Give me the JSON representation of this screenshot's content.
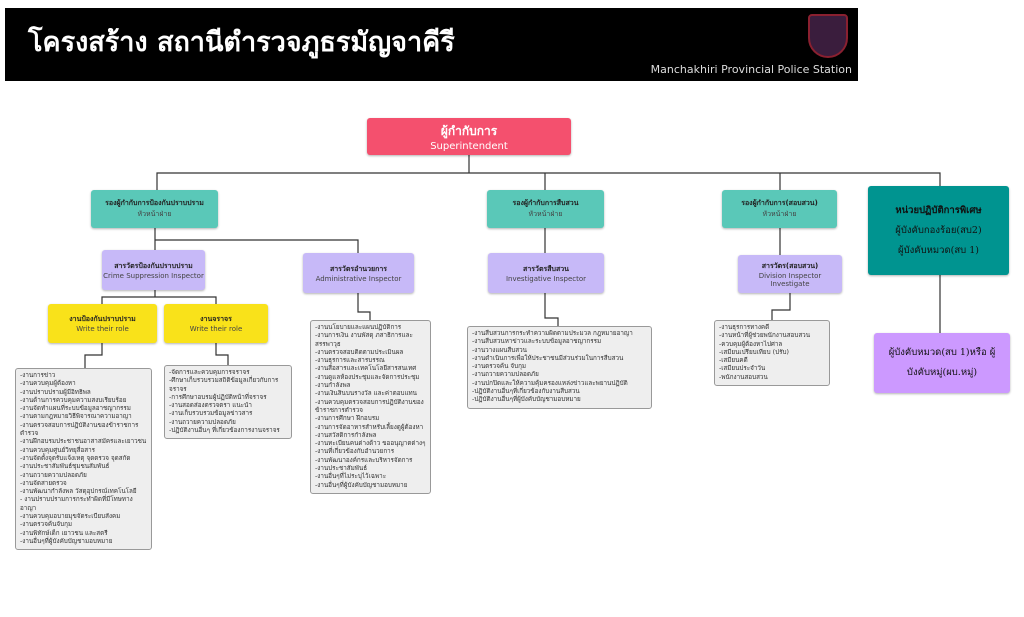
{
  "header": {
    "title": "โครงสร้าง สถานีตำรวจภูธรมัญจาคีรี",
    "subtitle": "Manchakhiri Provincial Police Station"
  },
  "superintendent": {
    "title": "ผู้กำกับการ",
    "subtitle": "Superintendent"
  },
  "deputies": [
    {
      "title": "รองผู้กำกับการป้องกันปราบปราม",
      "subtitle": "หัวหน้าฝ่าย"
    },
    {
      "title": "รองผู้กำกับการสืบสวน",
      "subtitle": "หัวหน้าฝ่าย"
    },
    {
      "title": "รองผู้กำกับการ(สอบสวน)",
      "subtitle": "หัวหน้าฝ่าย"
    }
  ],
  "inspectors": [
    {
      "title": "สารวัตรป้องกันปราบปราม",
      "subtitle": "Crime Suppression Inspector"
    },
    {
      "title": "สารวัตรอำนวยการ",
      "subtitle": "Administrative Inspector"
    },
    {
      "title": "สารวัตรสืบสวน",
      "subtitle": "Investigative Inspector"
    },
    {
      "title": "สารวัตร(สอบสวน)",
      "subtitle": "Division Inspector Investigate"
    }
  ],
  "units": [
    {
      "title": "งานป้องกันปราบปราม",
      "subtitle": "Write their role"
    },
    {
      "title": "งานจราจร",
      "subtitle": "Write their role"
    }
  ],
  "special": {
    "lines": [
      "หน่วยปฏิบัติการพิเศษ",
      "ผู้บังคับกองร้อย(สบ2)",
      "ผู้บังคับหมวด(สบ 1)"
    ]
  },
  "special_sub": {
    "text": "ผู้บังคับหมวด(สบ 1)หรือ ผู้บังคับหมู่(ผบ.หมู่)"
  },
  "lists": {
    "crime": [
      "-งานการข่าว",
      "-งานควบคุมผู้ต้องหา",
      "-งานปราบปรามผู้มีอิทธิพล",
      "-งานด้านการควบคุมความสงบเรียบร้อย",
      "-งานจัดทำแผนที่ระบบข้อมูลอาชญากรรม",
      "-งานตามกฎหมายวิธีพิจารณาความอาญา",
      "-งานตรวจสอบการปฏิบัติงานของข้าราชการตำรวจ",
      "-งานฝึกอบรมประชาชนอาสาสมัครและเยาวชน",
      "-งานควบคุมศูนย์วิทยุสื่อสาร",
      "-งานจัดตั้งจุดรับแจ้งเหตุ จุดตรวจ จุดสกัด",
      "-งานประชาสัมพันธ์ชุมชนสัมพันธ์",
      "-งานถวายความปลอดภัย",
      "-งานจัดสายตรวจ",
      "-งานพัฒนากำลังพล วัสดุอุปกรณ์เทคโนโลยี",
      "- งานปราบปรามการกระทำผิดที่มีโทษทางอาญา",
      "-งานควบคุมอบายมุขจัดระเบียบสังคม",
      "-งานตรวจค้นจับกุม",
      "-งานพิทักษ์เด็ก เยาวชน และสตรี",
      "-งานอื่นๆที่ผู้บังคับบัญชามอบหมาย"
    ],
    "traffic": [
      "-จัดการและควบคุมการจราจร",
      "-ศึกษาเก็บรวบรวมสถิติข้อมูลเกี่ยวกับการจราจร",
      "-การศึกษาอบรมผู้ปฏิบัติหน้าที่จราจร",
      "-งานสอดส่องตรวจตรา แนะนำ",
      "-งานเก็บรวบรวมข้อมูลข่าวสาร",
      "-งานถวายความปลอดภัย",
      "-ปฏิบัติงานอื่นๆ ที่เกี่ยวข้องการงานจราจร"
    ],
    "admin": [
      "-งานนโยบายและแผนปฏิบัติการ",
      "-งานการเงิน งานพัสดุ ภสาธิการและสรรพาวุธ",
      "-งานตรวจสอบติดตามประเมินผล",
      "-งานธุรการและสารบรรณ",
      "-งานสื่อสารและเทคโนโลยีสารสนเทศ",
      "-งานดูแลห้องประชุมและจัดการประชุม",
      "-งานกำลังพล",
      "-งานเงินสินบนรางวัล และค่าตอบแทน",
      "-งานควบคุมตรวจสอบการปฏิบัติงานของข้าราชการตำรวจ",
      "-งานการศึกษา ฝึกอบรม",
      "-งานการจัดอาหารสำหรับเลี้ยงดูผู้ต้องหา",
      "-งานสวัสดิการกำลังพล",
      "-งานทะเบียนคนต่างด้าว ขออนุญาตต่างๆ",
      "-งานที่เกี่ยวข้องกับอำนวยการ",
      "-งานพัฒนาองค์กรและบริหารจัดการ",
      "-งานประชาสัมพันธ์",
      "-งานอื่นๆที่ไม่ระบุไว้เฉพาะ",
      "-งานอื่นๆที่ผู้บังคับบัญชามอบหมาย"
    ],
    "investigate": [
      "-งานสืบสวนการกระทำความผิดตามประมวล  กฎหมายอาญา",
      "-งานสืบสวนหาข่าวและระบบข้อมูลอาชญากรรม",
      "-งานวางแผนสืบสวน",
      "-งานดำเนินการเพื่อให้ประชาชนมีส่วนร่วมในการสืบสวน",
      "-งานตรวจค้น จับกุม",
      "-งานถวายความปลอดภัย",
      "-งานปกปิดและให้ความคุ้มครองแหล่งข่าวและพยานปฏิบัติ",
      "-ปฏิบัติงานอื่นๆที่เกี่ยวข้องกับงานสืบสวน",
      "-ปฏิบัติงานอื่นๆที่ผู้บังคับบัญชามอบหมาย"
    ],
    "inquiry": [
      "-งานธุรการทางคดี",
      "-งานหน้าที่ผู้ช่วยพนักงานสอบสวน",
      "-ควบคุมผู้ต้องหาไปศาล",
      "-เสมียนเปรียบเทียบ (ปรับ)",
      "-เสมียนคดี",
      "-เสมียนประจำวัน",
      "-พนักงานสอบสวน"
    ]
  },
  "colors": {
    "superintendent": "#f4506e",
    "deputy": "#5ac8b8",
    "inspector": "#c7b9f8",
    "unit": "#f9e21a",
    "special": "#009490",
    "special_sub": "#cc99ff"
  }
}
